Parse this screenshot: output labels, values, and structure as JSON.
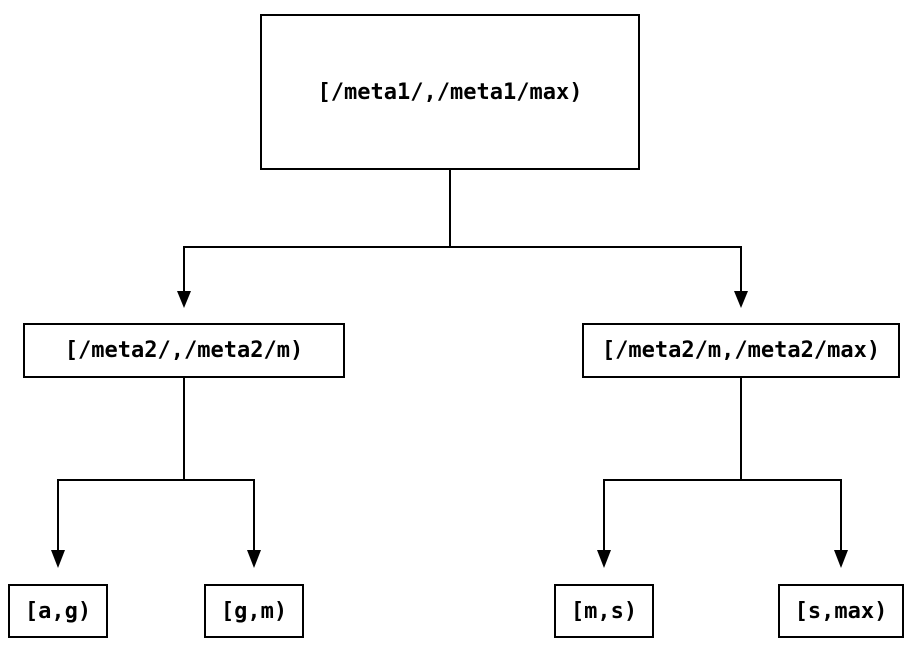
{
  "diagram": {
    "type": "binary-interval-tree",
    "colors": {
      "background": "#ffffff",
      "border": "#000000",
      "text": "#000000",
      "line": "#000000"
    },
    "tree": {
      "root": {
        "label": "[/meta1/,/meta1/max)",
        "children": [
          {
            "label": "[/meta2/,/meta2/m)",
            "children": [
              {
                "label": "[a,g)"
              },
              {
                "label": "[g,m)"
              }
            ]
          },
          {
            "label": "[/meta2/m,/meta2/max)",
            "children": [
              {
                "label": "[m,s)"
              },
              {
                "label": "[s,max)"
              }
            ]
          }
        ]
      }
    }
  }
}
